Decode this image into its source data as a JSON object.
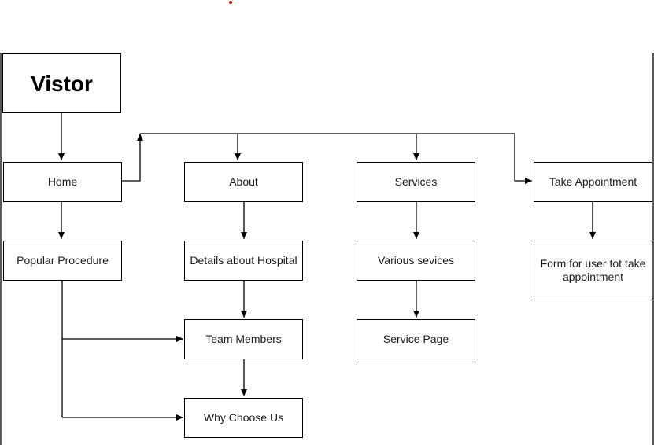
{
  "diagram": {
    "nodes": {
      "visitor": "Vistor",
      "home": "Home",
      "popular_procedure": "Popular Procedure",
      "about": "About",
      "details_hospital": "Details about Hospital",
      "team_members": "Team Members",
      "why_choose_us": "Why Choose Us",
      "services": "Services",
      "various_services": "Various sevices",
      "service_page": "Service Page",
      "take_appointment": "Take Appointment",
      "appointment_form": "Form for user tot take appointment"
    },
    "edges": [
      {
        "from": "visitor",
        "to": "home"
      },
      {
        "from": "home",
        "to": "about"
      },
      {
        "from": "home",
        "to": "services"
      },
      {
        "from": "home",
        "to": "take_appointment"
      },
      {
        "from": "home",
        "to": "popular_procedure"
      },
      {
        "from": "about",
        "to": "details_hospital"
      },
      {
        "from": "details_hospital",
        "to": "team_members"
      },
      {
        "from": "team_members",
        "to": "why_choose_us"
      },
      {
        "from": "popular_procedure",
        "to": "team_members"
      },
      {
        "from": "popular_procedure",
        "to": "why_choose_us"
      },
      {
        "from": "services",
        "to": "various_services"
      },
      {
        "from": "various_services",
        "to": "service_page"
      },
      {
        "from": "take_appointment",
        "to": "appointment_form"
      }
    ],
    "colors": {
      "stroke": "#000000",
      "fill": "#ffffff",
      "accent_dot": "#e01010"
    }
  }
}
